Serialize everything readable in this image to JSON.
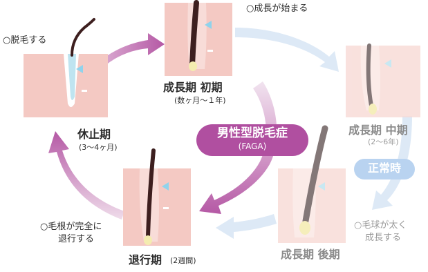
{
  "title": "",
  "stages": {
    "anagen_early": {
      "title": "成長期 初期",
      "sub": "(数ヶ月〜１年)",
      "note": "○成長が始まる"
    },
    "anagen_mid": {
      "title": "成長期 中期",
      "sub": "(2〜6年)"
    },
    "anagen_late": {
      "title": "成長期 後期",
      "note_line1": "○毛球が太く",
      "note_line2": "成長する"
    },
    "catagen": {
      "title": "退行期",
      "sub": "(2週間)",
      "note_line1": "○毛根が完全に",
      "note_line2": "退行する"
    },
    "telogen": {
      "title": "休止期",
      "sub": "(3〜4ヶ月)",
      "note": "○脱毛する"
    }
  },
  "faga": {
    "line1": "男性型脱毛症",
    "line2": "(FAGA)"
  },
  "normal": {
    "label": "正常時"
  },
  "colors": {
    "skin": "#f4c9c3",
    "skin_light": "#f8dcd8",
    "hair_dark": "#3d1f1f",
    "hair_gray": "#6e6060",
    "bulb": "#f4ecb0",
    "marker": "#8fd3ec",
    "arrow_purple": "#b559a5",
    "arrow_purple_light": "#d9a8d0",
    "arrow_blue": "#dde9f6",
    "pill_purple": "#b04fa0",
    "pill_blue": "#b9d3f0"
  }
}
